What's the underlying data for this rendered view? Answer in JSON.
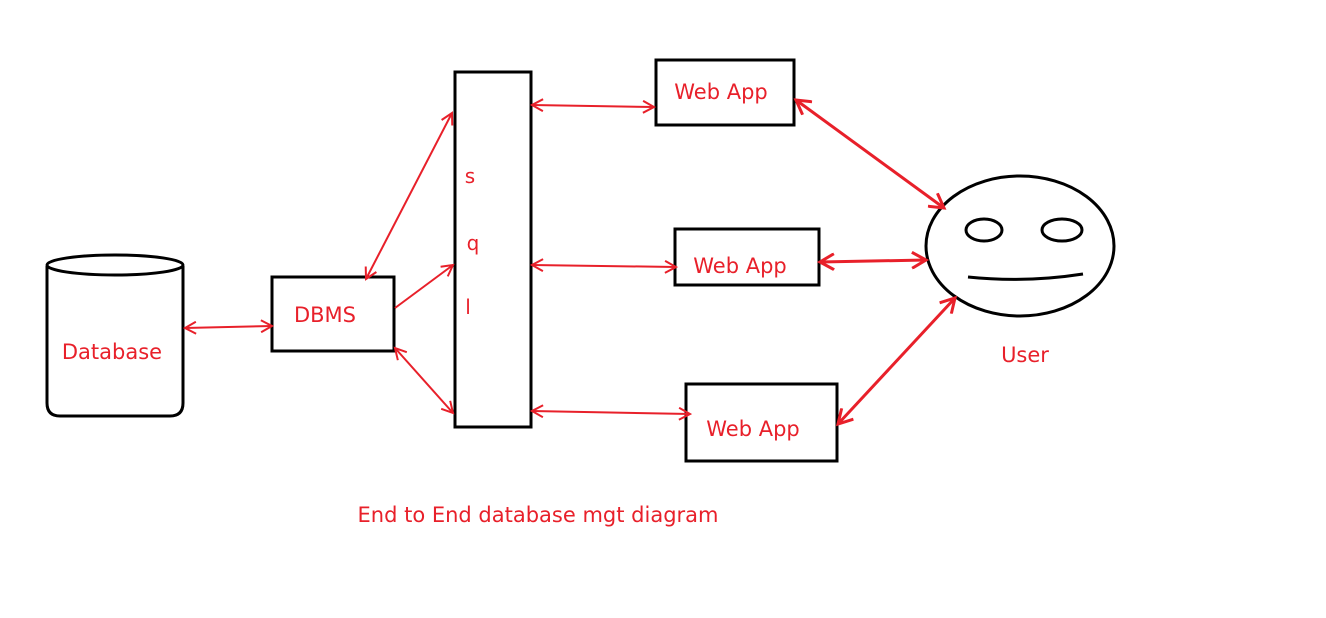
{
  "colors": {
    "stroke": "#000000",
    "accent": "#e8202a",
    "background": "#ffffff"
  },
  "nodes": {
    "database": "Database",
    "dbms": "DBMS",
    "sql": [
      "s",
      "q",
      "l"
    ],
    "webapp_top": "Web App",
    "webapp_mid": "Web App",
    "webapp_bottom": "Web App",
    "user": "User"
  },
  "caption": "End to End database mgt diagram"
}
